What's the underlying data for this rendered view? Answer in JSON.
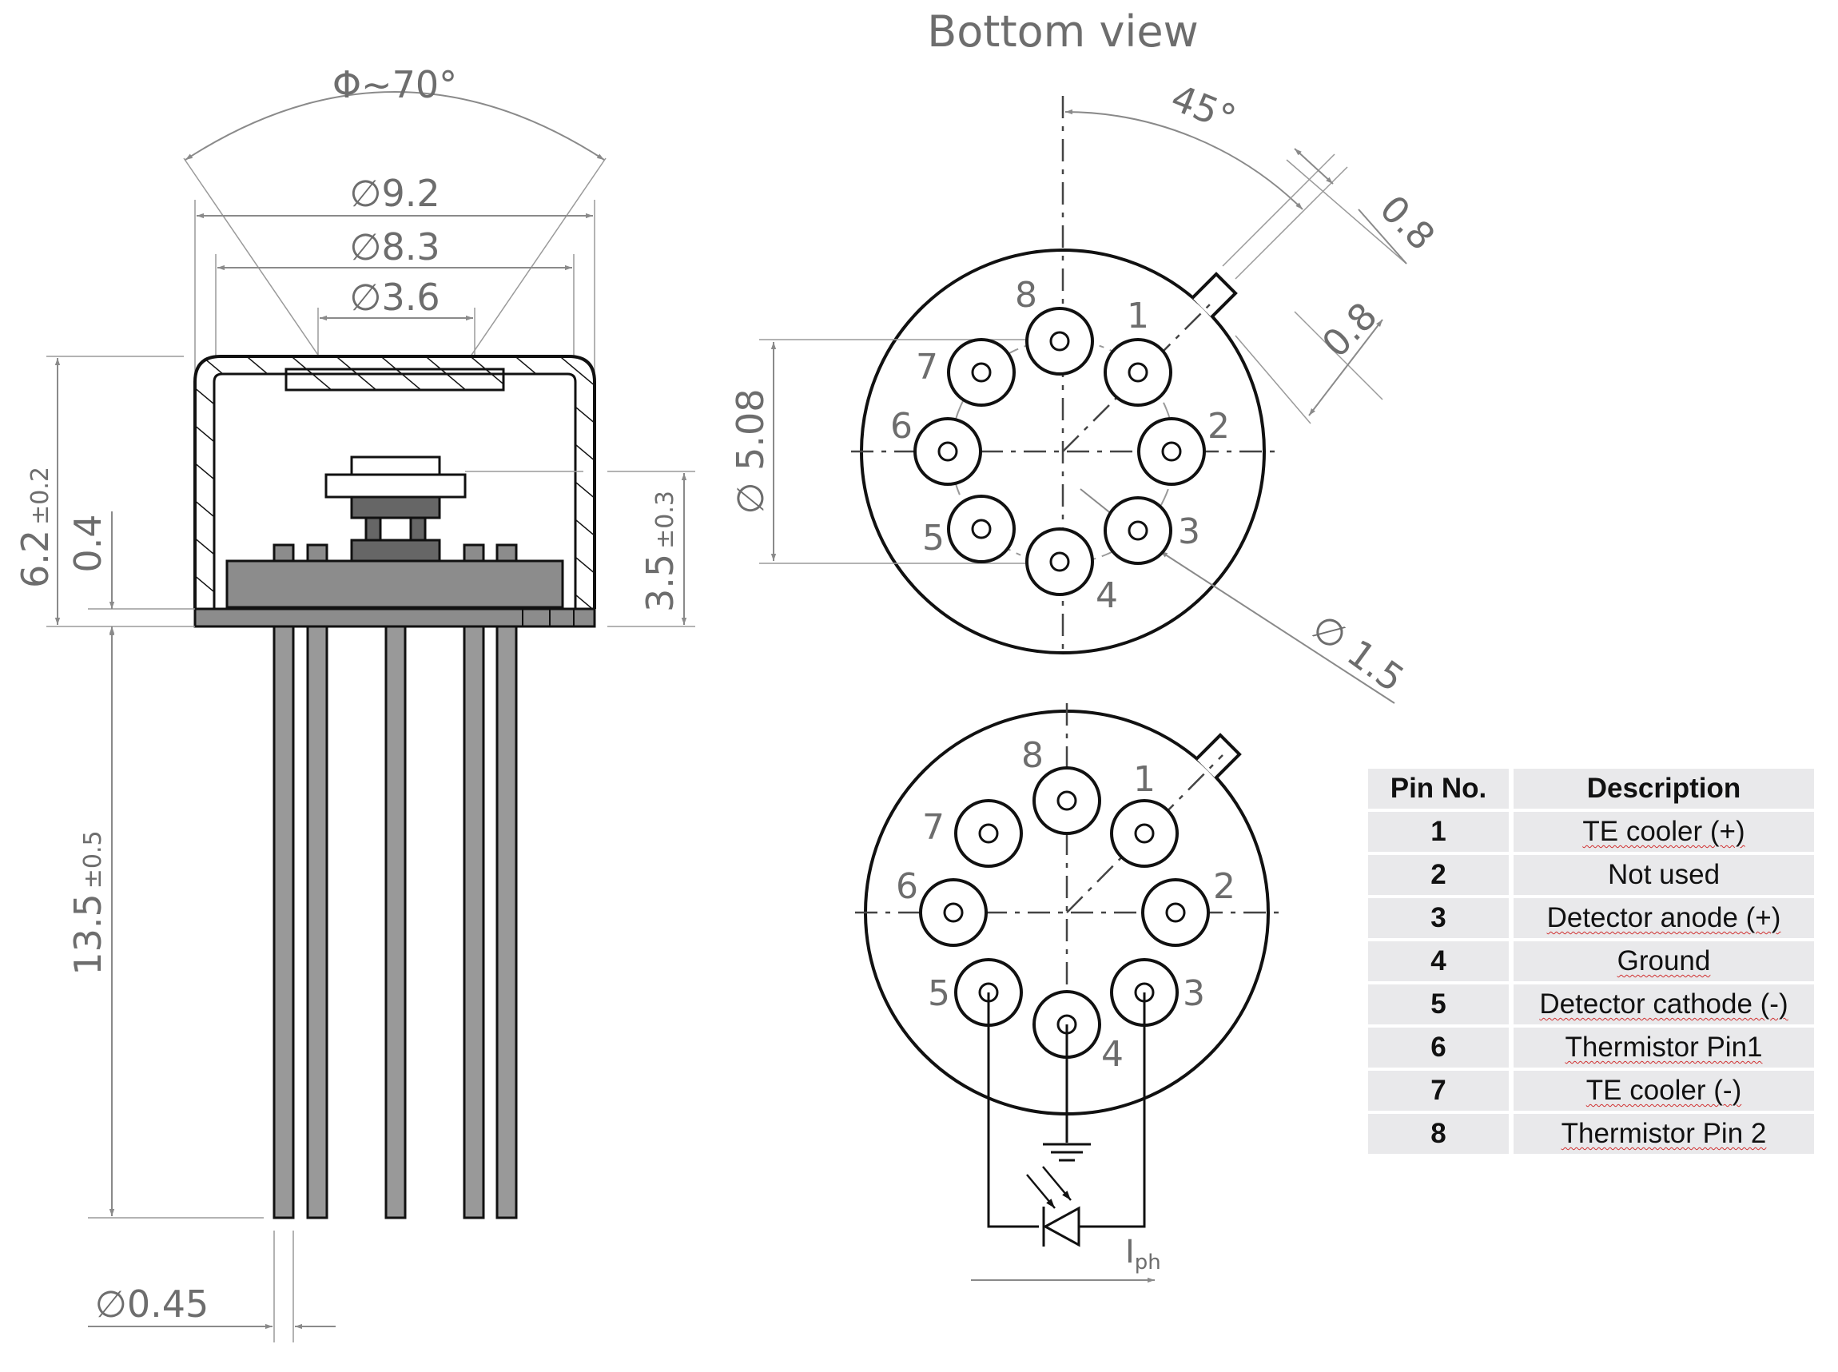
{
  "side_view": {
    "angle_label": "Φ~70°",
    "dia_cap_outer": "∅9.2",
    "dia_cap_inner": "∅8.3",
    "dia_window": "∅3.6",
    "height_total": "6.2",
    "height_total_tol": "±0.2",
    "flange_thickness": "0.4",
    "height_detector": "3.5",
    "height_detector_tol": "±0.3",
    "pin_length": "13.5",
    "pin_length_tol": "±0.5",
    "pin_diameter": "∅0.45"
  },
  "bottom_view": {
    "title": "Bottom view",
    "angle_label": "45°",
    "tab_width": "0.8",
    "tab_length": "0.8",
    "pin_circle_dia": "∅ 5.08",
    "pin_ring_dia": "∅ 1.5",
    "pin_labels": [
      "1",
      "2",
      "3",
      "4",
      "5",
      "6",
      "7",
      "8"
    ]
  },
  "circuit": {
    "pin_labels": [
      "1",
      "2",
      "3",
      "4",
      "5",
      "6",
      "7",
      "8"
    ],
    "current_label": "I",
    "current_sub": "ph"
  },
  "pin_table": {
    "headers": [
      "Pin No.",
      "Description"
    ],
    "rows": [
      {
        "pin": "1",
        "description": "TE cooler (+)"
      },
      {
        "pin": "2",
        "description": "Not used"
      },
      {
        "pin": "3",
        "description": "Detector anode (+)"
      },
      {
        "pin": "4",
        "description": "Ground"
      },
      {
        "pin": "5",
        "description": "Detector cathode (-)"
      },
      {
        "pin": "6",
        "description": "Thermistor Pin1"
      },
      {
        "pin": "7",
        "description": "TE cooler (-)"
      },
      {
        "pin": "8",
        "description": "Thermistor Pin 2"
      }
    ]
  },
  "colors": {
    "dimension": "#8a8a8a",
    "outline": "#111111",
    "base_fill": "#8c8c8c",
    "pin_fill": "#999999",
    "table_bg": "#e9e9eb"
  }
}
